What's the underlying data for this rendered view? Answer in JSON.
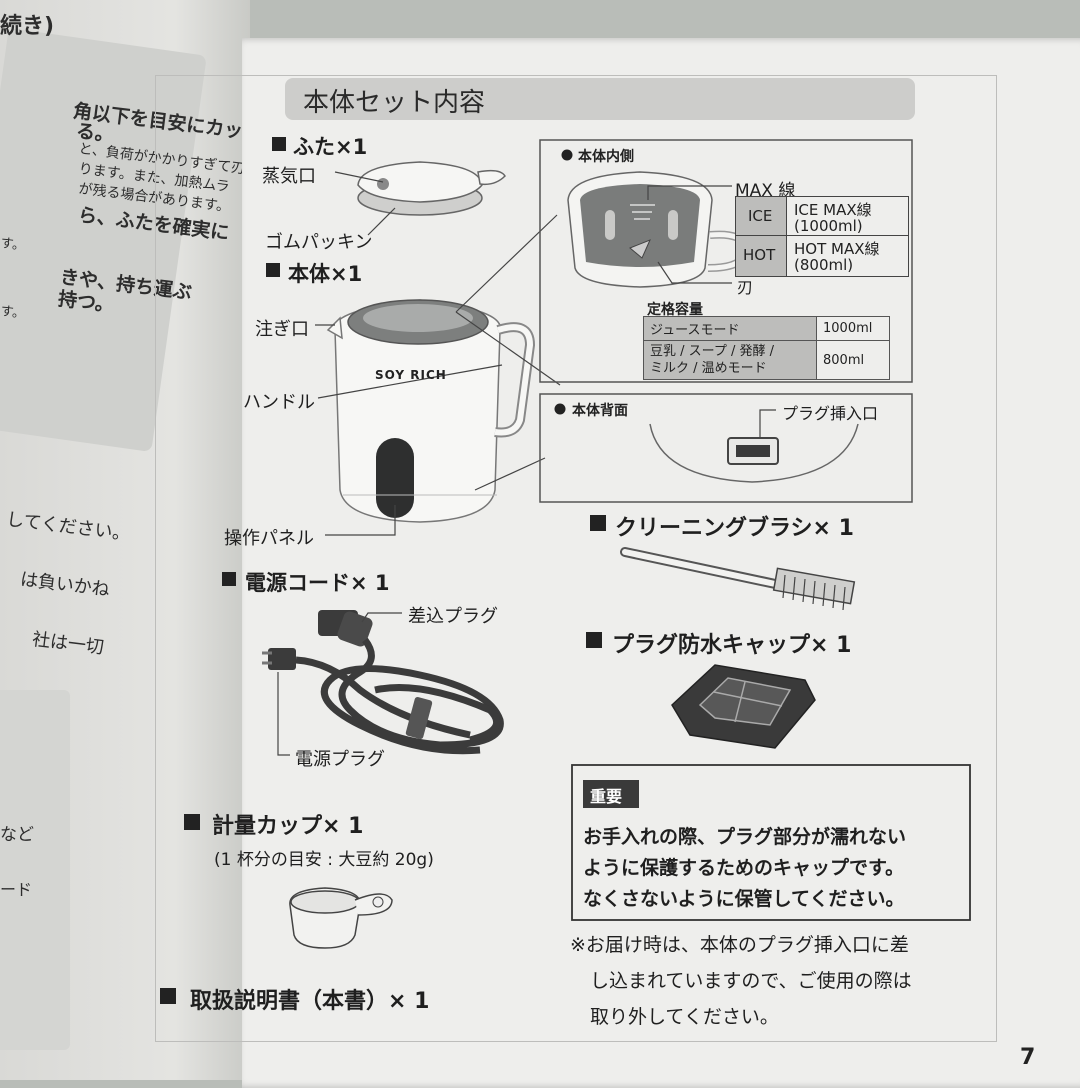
{
  "left_page": {
    "header": "続き)",
    "lines": [
      "角以下を目安にカッ",
      "る。",
      "と、負荷がかかりすぎて刃",
      "ります。また、加熱ムラ",
      "が残る場合があります。",
      "ら、ふたを確実に",
      "す。",
      "きや、持ち運ぶ",
      "持つ。",
      "す。"
    ],
    "lower_lines": [
      "してください。",
      "は負いかね",
      "社は一切",
      "など",
      "ード"
    ]
  },
  "page_title": "本体セット内容",
  "lid": {
    "heading": "ふた×1",
    "steam_port": "蒸気口",
    "gasket": "ゴムパッキン"
  },
  "body": {
    "heading": "本体×1",
    "spout": "注ぎ口",
    "handle": "ハンドル",
    "control_panel": "操作パネル",
    "brand": "SOY RICH"
  },
  "inside": {
    "heading": "本体内側",
    "max_line": "MAX 線",
    "ice_label": "ICE",
    "ice_desc_1": "ICE MAX線",
    "ice_desc_2": "(1000ml)",
    "hot_label": "HOT",
    "hot_desc_1": "HOT MAX線",
    "hot_desc_2": "(800ml)",
    "blade": "刃",
    "rated_capacity": "定格容量",
    "capacity_rows": [
      {
        "mode": "ジュースモード",
        "value": "1000ml"
      },
      {
        "mode_1": "豆乳 / スープ / 発酵 /",
        "mode_2": "ミルク / 温めモード",
        "value": "800ml"
      }
    ]
  },
  "back": {
    "heading": "本体背面",
    "plug_port": "プラグ挿入口"
  },
  "cord": {
    "heading": "電源コード× 1",
    "inlet_plug": "差込プラグ",
    "power_plug": "電源プラグ"
  },
  "brush": {
    "heading": "クリーニングブラシ× 1"
  },
  "cap": {
    "heading": "プラグ防水キャップ× 1"
  },
  "important": {
    "badge": "重要",
    "lines": [
      "お手入れの際、プラグ部分が濡れない",
      "ように保護するためのキャップです。",
      "なくさないように保管してください。"
    ]
  },
  "measuring_cup": {
    "heading": "計量カップ× 1",
    "note": "(1 杯分の目安 : 大豆約 20g)"
  },
  "manual": {
    "heading": "取扱説明書（本書）× 1"
  },
  "footnote": [
    "※お届け時は、本体のプラグ挿入口に差",
    "し込まれていますので、ご使用の際は",
    "取り外してください。"
  ],
  "page_number": "7"
}
